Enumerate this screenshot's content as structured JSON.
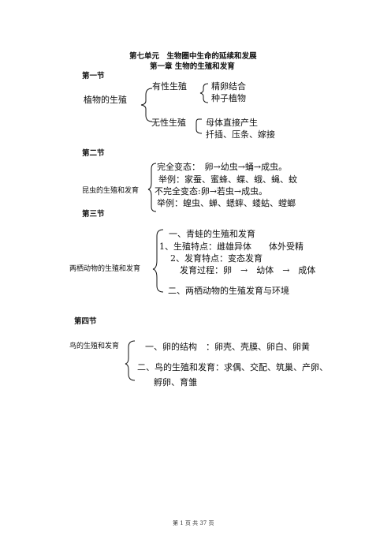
{
  "header": {
    "unit_title": "第七单元　生物圈中生命的延续和发展",
    "chapter_title": "第一章 生物的生殖和发育"
  },
  "section1": {
    "heading": "第一节",
    "topic": "植物的生殖",
    "sexual": "有性生殖",
    "sexual_items": [
      "精卵结合",
      "种子植物"
    ],
    "asexual": "无性生殖",
    "asexual_items": [
      "母体直接产生",
      "扦插、压条、嫁接"
    ]
  },
  "section2": {
    "heading": "第二节",
    "topic": "昆虫的生殖和发育",
    "lines": [
      "完全变态：　卵→幼虫→蛹→成虫。",
      "举例：家蚕、蜜蜂、蝶、蛾、蝇、蚊",
      "不完全变态:卵→若虫→成虫。",
      "举例：蝗虫、蝉、蟋蟀、蝼蛄、螳螂"
    ]
  },
  "section3": {
    "heading": "第三节",
    "topic": "两栖动物的生殖和发育",
    "line1": "一、青蛙的生殖和发育",
    "line2": "1、生殖特点：雌雄异体　　体外受精",
    "line3": "2、发育特点：变态发育",
    "line4": "发育过程：卵　→　幼体　→　成体",
    "line5": "二、两栖动物的生殖发育与环境"
  },
  "section4": {
    "heading": "第四节",
    "topic": "鸟的生殖和发育",
    "line1": "一、卵的结构　：卵壳、壳膜、卵白、卵黄",
    "line2": "二、鸟的生殖和发育：求偶、交配、筑巢、产卵、",
    "line3": "孵卵、育雏"
  },
  "footer": {
    "page_label": "第 1 页 共 37 页"
  }
}
